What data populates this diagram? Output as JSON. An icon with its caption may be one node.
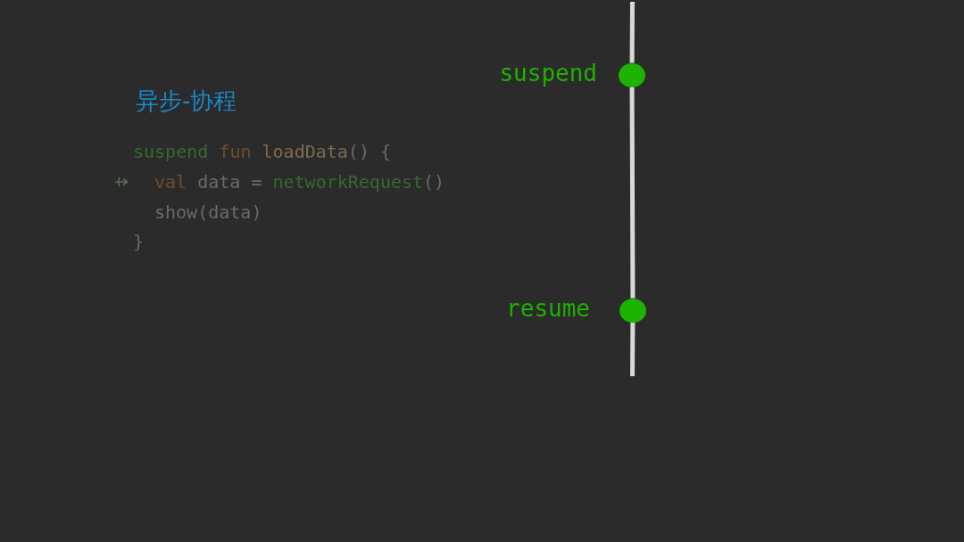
{
  "diagram": {
    "title": "异步-协程",
    "nodes": [
      {
        "text": [],
        "shape": "circle",
        "beside": [
          "suspend"
        ]
      },
      {
        "text": [],
        "shape": "circle",
        "beside": [
          "resume"
        ]
      }
    ],
    "edges": [
      {
        "from": null,
        "to": 0,
        "arrow": "none"
      },
      {
        "from": 0,
        "to": 1,
        "arrow": "none"
      },
      {
        "from": 1,
        "to": null,
        "arrow": "none"
      }
    ],
    "labels": [
      "suspend fun loadData() {",
      "val data = networkRequest()",
      "show(data)",
      "}"
    ]
  }
}
